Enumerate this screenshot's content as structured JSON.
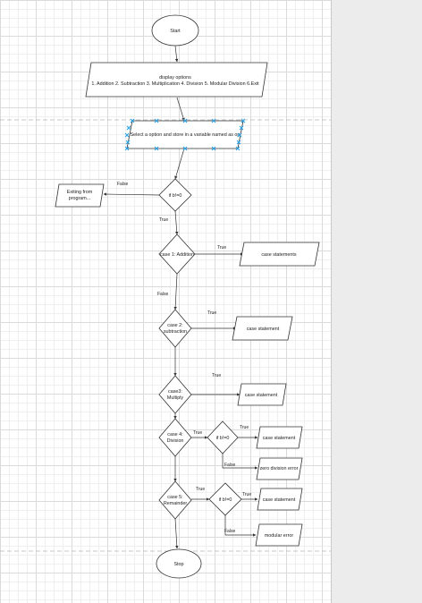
{
  "nodes": {
    "start": "Start",
    "display_title": "display options",
    "display_options": "1. Addition 2. Subtraction 3. Multiplication 4. Division 5. Modular Division 6.Exit",
    "select": "Select a option and store in a variable named as op",
    "if_b": "if b!=0",
    "exiting_1": "Exiting from",
    "exiting_2": "program...",
    "case1": "case 1: Addition",
    "case1_stmt": "case statements",
    "case2_1": "case 2:",
    "case2_2": "subtraction",
    "case2_stmt": "case statement",
    "case3_1": "case3:",
    "case3_2": "Multiply",
    "case3_stmt": "case statement",
    "case4_1": "case 4:",
    "case4_2": "Division",
    "if4": "if b!=0",
    "case4_stmt": "case statement",
    "zero_div": "zero division error",
    "case5_1": "case 5:",
    "case5_2": "Remainder",
    "if5": "if b!=0",
    "case5_stmt": "case statement",
    "mod_err": "modular error",
    "stop": "Stop"
  },
  "edges": {
    "true": "True",
    "false": "False"
  },
  "colors": {
    "selection": "#29a3e8",
    "stroke": "#333333"
  }
}
